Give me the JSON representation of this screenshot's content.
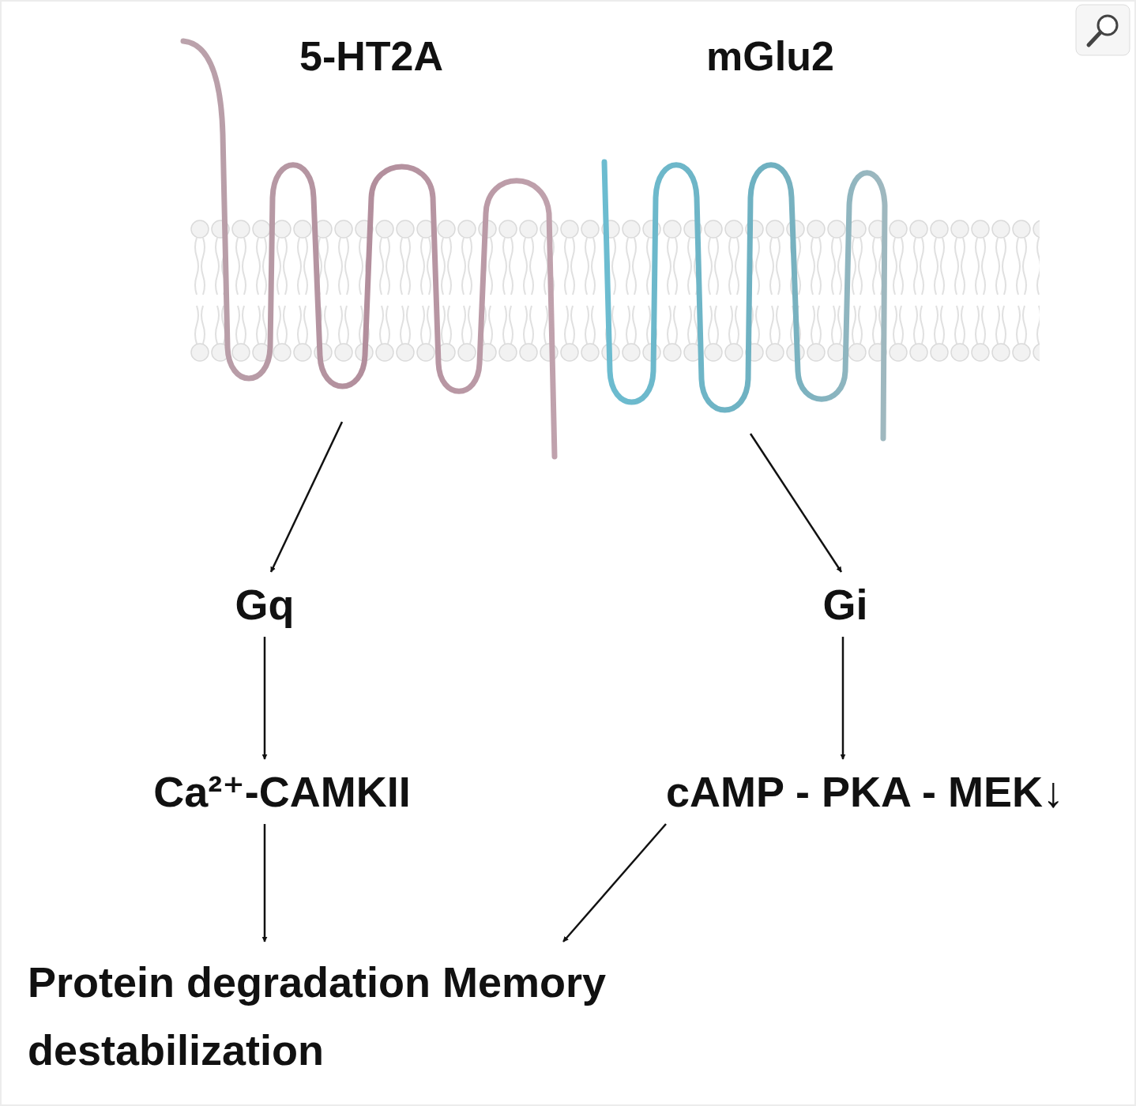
{
  "diagram": {
    "nodes": [
      {
        "text": [
          "5-HT2A"
        ]
      },
      {
        "text": [
          "mGlu2"
        ]
      },
      {
        "text": [
          "Gq"
        ]
      },
      {
        "text": [
          "Gi"
        ]
      },
      {
        "text": [
          "Ca²⁺-CAMKII"
        ]
      },
      {
        "text": [
          "cAMP - PKA - MEK↓"
        ]
      },
      {
        "text": [
          "Protein degradation Memory destabilization"
        ]
      }
    ],
    "edges": [
      {
        "from": 0,
        "to": 2,
        "arrow": "to"
      },
      {
        "from": 1,
        "to": 3,
        "arrow": "to"
      },
      {
        "from": 2,
        "to": 4,
        "arrow": "to"
      },
      {
        "from": 3,
        "to": 5,
        "arrow": "to"
      },
      {
        "from": 4,
        "to": 6,
        "arrow": "to"
      },
      {
        "from": 5,
        "to": 6,
        "arrow": "to"
      }
    ]
  }
}
